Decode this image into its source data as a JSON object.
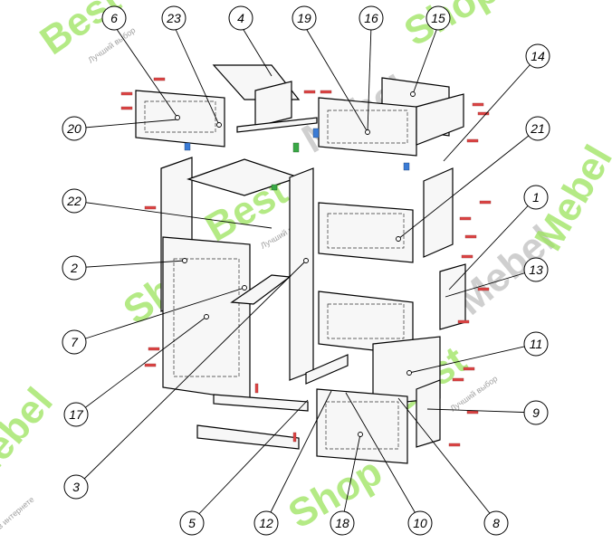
{
  "diagram": {
    "callouts": [
      {
        "id": "1",
        "label": "1"
      },
      {
        "id": "2",
        "label": "2"
      },
      {
        "id": "3",
        "label": "3"
      },
      {
        "id": "4",
        "label": "4"
      },
      {
        "id": "5",
        "label": "5"
      },
      {
        "id": "6",
        "label": "6"
      },
      {
        "id": "7",
        "label": "7"
      },
      {
        "id": "8",
        "label": "8"
      },
      {
        "id": "9",
        "label": "9"
      },
      {
        "id": "10",
        "label": "10"
      },
      {
        "id": "11",
        "label": "11"
      },
      {
        "id": "12",
        "label": "12"
      },
      {
        "id": "13",
        "label": "13"
      },
      {
        "id": "14",
        "label": "14"
      },
      {
        "id": "15",
        "label": "15"
      },
      {
        "id": "16",
        "label": "16"
      },
      {
        "id": "17",
        "label": "17"
      },
      {
        "id": "18",
        "label": "18"
      },
      {
        "id": "19",
        "label": "19"
      },
      {
        "id": "20",
        "label": "20"
      },
      {
        "id": "21",
        "label": "21"
      },
      {
        "id": "22",
        "label": "22"
      },
      {
        "id": "23",
        "label": "23"
      }
    ]
  },
  "watermark": {
    "brand_best": "Best",
    "brand_mebel": "Mebel",
    "brand_shop": "Shop",
    "tagline": "Лучший выбор",
    "tagline2": "в интернете",
    "brand_color": "#9be35d",
    "brand_dark_color": "#b0b0b0"
  }
}
